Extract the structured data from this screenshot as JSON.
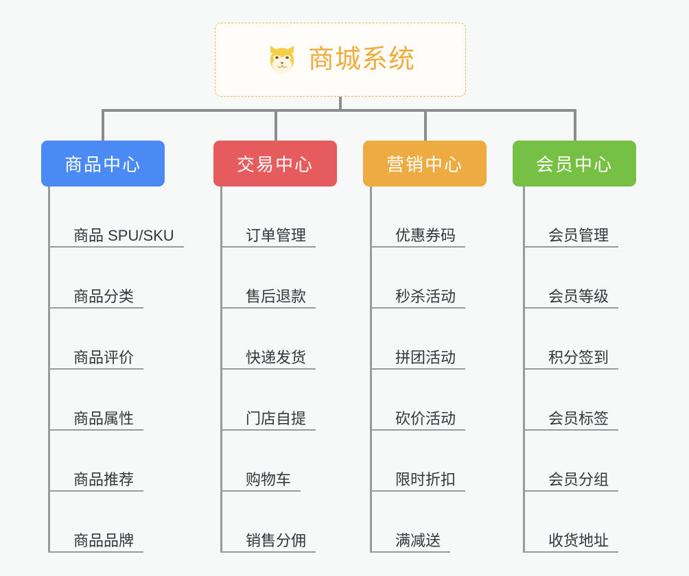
{
  "background_color": "#f7f8f8",
  "connector_color": "#8d8d8d",
  "root": {
    "title": "商城系统",
    "icon": "shiba-dog-face-icon",
    "text_color": "#f0ad3e",
    "border_color": "#e9b95a",
    "background_color": "#fffdfa"
  },
  "branches": [
    {
      "title": "商品中心",
      "color": "#4a8af4",
      "items": [
        "商品 SPU/SKU",
        "商品分类",
        "商品评价",
        "商品属性",
        "商品推荐",
        "商品品牌"
      ]
    },
    {
      "title": "交易中心",
      "color": "#e65c5c",
      "items": [
        "订单管理",
        "售后退款",
        "快递发货",
        "门店自提",
        "购物车",
        "销售分佣"
      ]
    },
    {
      "title": "营销中心",
      "color": "#eeab42",
      "items": [
        "优惠券码",
        "秒杀活动",
        "拼团活动",
        "砍价活动",
        "限时折扣",
        "满减送"
      ]
    },
    {
      "title": "会员中心",
      "color": "#76c044",
      "items": [
        "会员管理",
        "会员等级",
        "积分签到",
        "会员标签",
        "会员分组",
        "收货地址"
      ]
    }
  ]
}
